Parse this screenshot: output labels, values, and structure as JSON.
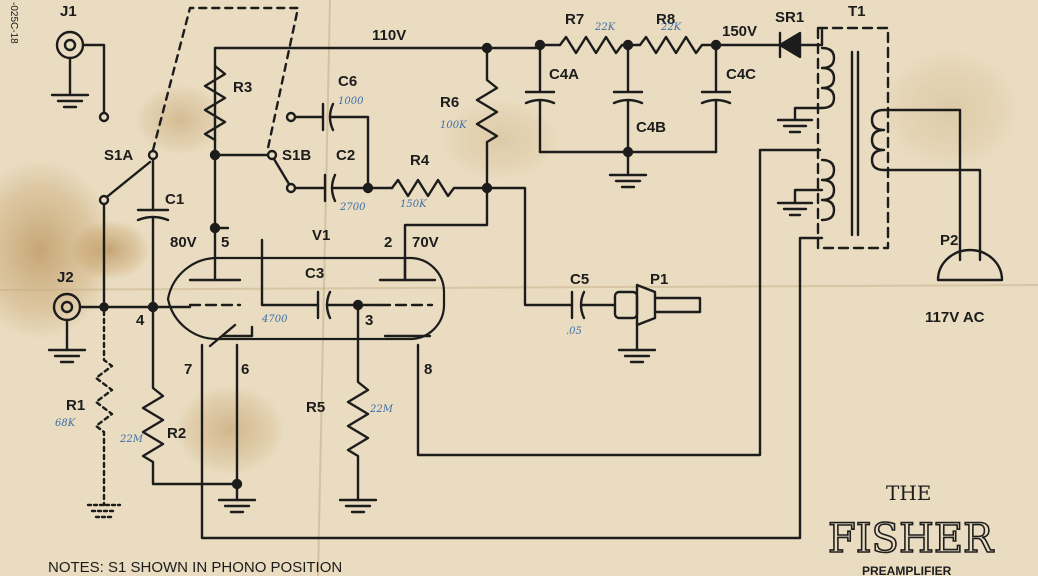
{
  "sheet_code": "-025C-18",
  "notes": "NOTES: S1 SHOWN IN PHONO POSITION",
  "brand": {
    "the": "THE",
    "name": "FISHER",
    "subtitle": "PREAMPLIFIER"
  },
  "labels": {
    "j1": "J1",
    "j2": "J2",
    "s1a": "S1A",
    "s1b": "S1B",
    "c1": "C1",
    "c2": "C2",
    "c3": "C3",
    "c5": "C5",
    "c6": "C6",
    "c4a": "C4A",
    "c4b": "C4B",
    "c4c": "C4C",
    "r1": "R1",
    "r2": "R2",
    "r3": "R3",
    "r4": "R4",
    "r5": "R5",
    "r6": "R6",
    "r7": "R7",
    "r8": "R8",
    "v1": "V1",
    "sr1": "SR1",
    "t1": "T1",
    "p1": "P1",
    "p2": "P2",
    "v_110": "110V",
    "v_150": "150V",
    "v_80": "80V",
    "v_70": "70V",
    "ac_117": "117V AC",
    "pin2": "2",
    "pin3": "3",
    "pin4": "4",
    "pin5": "5",
    "pin6": "6",
    "pin7": "7",
    "pin8": "8"
  },
  "handwritten": {
    "c6_val": "1000",
    "c2_val": "2700",
    "c3_val": "4700",
    "c5_val": ".05",
    "r1_val": "68K",
    "r2_val": "22M",
    "r5_val": "22M",
    "r6_val": "100K",
    "r4_val": "150K",
    "r7_val": "22K",
    "r8_val": "22K"
  },
  "colors": {
    "paper": "#e9dcc0",
    "ink": "#1c1c1c",
    "pencil": "#3d6fa8",
    "stain": "#a9793a"
  }
}
